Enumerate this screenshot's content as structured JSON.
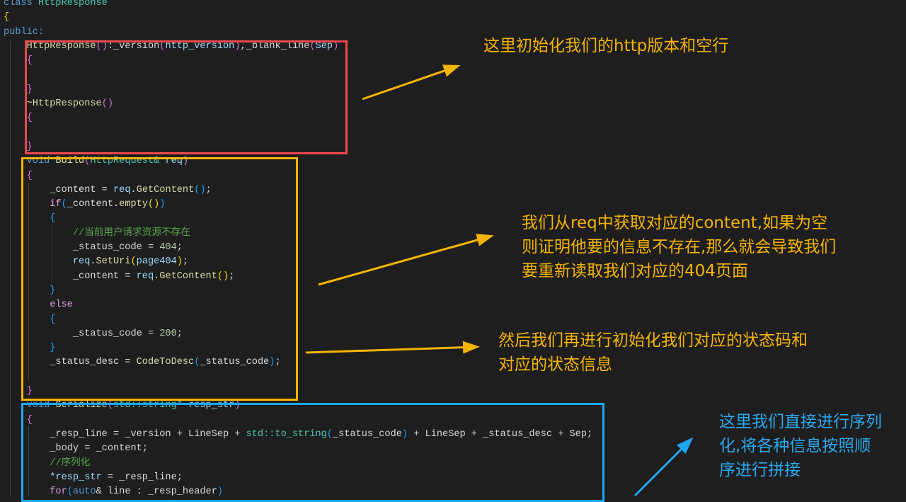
{
  "colors": {
    "red_box": "#f0474d",
    "yellow_box": "#f5b400",
    "blue_box": "#1ea7f2",
    "annotation_orange": "#f5b400",
    "annotation_blue": "#29a8f0"
  },
  "code_lines": [
    [
      {
        "t": "class ",
        "c": "kw"
      },
      {
        "t": "HttpResponse",
        "c": "type"
      }
    ],
    [
      {
        "t": "{",
        "c": "b1"
      }
    ],
    [
      {
        "t": "public:",
        "c": "kw"
      }
    ],
    [
      {
        "t": "    HttpResponse",
        "c": "fn"
      },
      {
        "t": "()",
        "c": "b2"
      },
      {
        "t": ":_version",
        "c": "var"
      },
      {
        "t": "(",
        "c": "b2"
      },
      {
        "t": "http_version",
        "c": "param"
      },
      {
        "t": ")",
        "c": "b2"
      },
      {
        "t": ",_blank_line",
        "c": "var"
      },
      {
        "t": "(",
        "c": "b2"
      },
      {
        "t": "Sep",
        "c": "param"
      },
      {
        "t": ")",
        "c": "b2"
      }
    ],
    [
      {
        "t": "    {",
        "c": "b2"
      }
    ],
    [
      {
        "t": "",
        "c": "plain"
      }
    ],
    [
      {
        "t": "    }",
        "c": "b2"
      }
    ],
    [
      {
        "t": "    ~HttpResponse",
        "c": "fn"
      },
      {
        "t": "()",
        "c": "b2"
      }
    ],
    [
      {
        "t": "    {",
        "c": "b2"
      }
    ],
    [
      {
        "t": "",
        "c": "plain"
      }
    ],
    [
      {
        "t": "    }",
        "c": "b2"
      }
    ],
    [
      {
        "t": "    void ",
        "c": "kw"
      },
      {
        "t": "Build",
        "c": "fn"
      },
      {
        "t": "(",
        "c": "b2"
      },
      {
        "t": "HttpRequest& ",
        "c": "type"
      },
      {
        "t": "req",
        "c": "param"
      },
      {
        "t": ")",
        "c": "b2"
      }
    ],
    [
      {
        "t": "    {",
        "c": "b2"
      }
    ],
    [
      {
        "t": "        _content = ",
        "c": "var"
      },
      {
        "t": "req",
        "c": "param"
      },
      {
        "t": ".",
        "c": "plain"
      },
      {
        "t": "GetContent",
        "c": "fn"
      },
      {
        "t": "()",
        "c": "b3"
      },
      {
        "t": ";",
        "c": "plain"
      }
    ],
    [
      {
        "t": "        if",
        "c": "ctl"
      },
      {
        "t": "(",
        "c": "b3"
      },
      {
        "t": "_content.",
        "c": "var"
      },
      {
        "t": "empty",
        "c": "fn"
      },
      {
        "t": "()",
        "c": "b1"
      },
      {
        "t": ")",
        "c": "b3"
      }
    ],
    [
      {
        "t": "        {",
        "c": "b3"
      }
    ],
    [
      {
        "t": "            //当前用户请求资源不存在",
        "c": "cmt"
      }
    ],
    [
      {
        "t": "            _status_code = ",
        "c": "var"
      },
      {
        "t": "404",
        "c": "num"
      },
      {
        "t": ";",
        "c": "plain"
      }
    ],
    [
      {
        "t": "            req",
        "c": "param"
      },
      {
        "t": ".",
        "c": "plain"
      },
      {
        "t": "SetUri",
        "c": "fn"
      },
      {
        "t": "(",
        "c": "b1"
      },
      {
        "t": "page404",
        "c": "param"
      },
      {
        "t": ")",
        "c": "b1"
      },
      {
        "t": ";",
        "c": "plain"
      }
    ],
    [
      {
        "t": "            _content = ",
        "c": "var"
      },
      {
        "t": "req",
        "c": "param"
      },
      {
        "t": ".",
        "c": "plain"
      },
      {
        "t": "GetContent",
        "c": "fn"
      },
      {
        "t": "()",
        "c": "b1"
      },
      {
        "t": ";",
        "c": "plain"
      }
    ],
    [
      {
        "t": "        }",
        "c": "b3"
      }
    ],
    [
      {
        "t": "        else",
        "c": "ctl"
      }
    ],
    [
      {
        "t": "        {",
        "c": "b3"
      }
    ],
    [
      {
        "t": "            _status_code = ",
        "c": "var"
      },
      {
        "t": "200",
        "c": "num"
      },
      {
        "t": ";",
        "c": "plain"
      }
    ],
    [
      {
        "t": "        }",
        "c": "b3"
      }
    ],
    [
      {
        "t": "        _status_desc = ",
        "c": "var"
      },
      {
        "t": "CodeToDesc",
        "c": "fn"
      },
      {
        "t": "(",
        "c": "b3"
      },
      {
        "t": "_status_code",
        "c": "var"
      },
      {
        "t": ")",
        "c": "b3"
      },
      {
        "t": ";",
        "c": "plain"
      }
    ],
    [
      {
        "t": "",
        "c": "plain"
      }
    ],
    [
      {
        "t": "    }",
        "c": "b2"
      }
    ],
    [
      {
        "t": "    void ",
        "c": "kw"
      },
      {
        "t": "Serialize",
        "c": "fn"
      },
      {
        "t": "(",
        "c": "b2"
      },
      {
        "t": "std::string* ",
        "c": "type"
      },
      {
        "t": "resp_str",
        "c": "param"
      },
      {
        "t": ")",
        "c": "b2"
      }
    ],
    [
      {
        "t": "    {",
        "c": "b2"
      }
    ],
    [
      {
        "t": "        _resp_line = _version + LineSep + ",
        "c": "var"
      },
      {
        "t": "std::to_string",
        "c": "type"
      },
      {
        "t": "(",
        "c": "b3"
      },
      {
        "t": "_status_code",
        "c": "var"
      },
      {
        "t": ")",
        "c": "b3"
      },
      {
        "t": " + LineSep + _status_desc + Sep;",
        "c": "var"
      }
    ],
    [
      {
        "t": "        _body = _content;",
        "c": "var"
      }
    ],
    [
      {
        "t": "        //序列化",
        "c": "cmt"
      }
    ],
    [
      {
        "t": "        *resp_str",
        "c": "param"
      },
      {
        "t": " = _resp_line;",
        "c": "var"
      }
    ],
    [
      {
        "t": "        for",
        "c": "ctl"
      },
      {
        "t": "(",
        "c": "b3"
      },
      {
        "t": "auto",
        "c": "kw"
      },
      {
        "t": "& line : _resp_header",
        "c": "var"
      },
      {
        "t": ")",
        "c": "b3"
      }
    ]
  ],
  "annotations": {
    "constructor_note": [
      "这里初始化我们的http版本和空行"
    ],
    "content_note": [
      "我们从req中获取对应的content,如果为空",
      "则证明他要的信息不存在,那么就会导致我们",
      "要重新读取我们对应的404页面"
    ],
    "status_note": [
      "然后我们再进行初始化我们对应的状态码和",
      "对应的状态信息"
    ],
    "serialize_note": [
      "这里我们直接进行序列",
      "化,将各种信息按照顺",
      "序进行拼接"
    ]
  }
}
